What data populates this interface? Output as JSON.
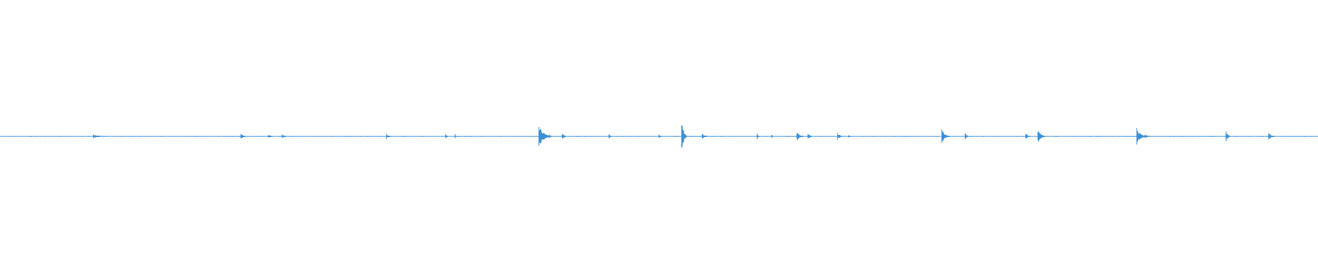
{
  "waveform": {
    "color": "#3a8fd8",
    "baseline_amplitude": 0.012,
    "peaks": [
      {
        "pos": 0.0706,
        "amp": 0.08,
        "n": 3
      },
      {
        "pos": 0.0745,
        "amp": 0.05,
        "n": 2
      },
      {
        "pos": 0.1827,
        "amp": 0.13,
        "n": 2
      },
      {
        "pos": 0.2035,
        "amp": 0.05,
        "n": 3
      },
      {
        "pos": 0.214,
        "amp": 0.06,
        "n": 3
      },
      {
        "pos": 0.2931,
        "amp": 0.1,
        "n": 2
      },
      {
        "pos": 0.338,
        "amp": 0.12,
        "n": 1
      },
      {
        "pos": 0.3455,
        "amp": 0.08,
        "n": 1
      },
      {
        "pos": 0.409,
        "amp": 0.38,
        "n": 4
      },
      {
        "pos": 0.4165,
        "amp": 0.06,
        "n": 2
      },
      {
        "pos": 0.4265,
        "amp": 0.11,
        "n": 2
      },
      {
        "pos": 0.462,
        "amp": 0.07,
        "n": 2
      },
      {
        "pos": 0.5,
        "amp": 0.05,
        "n": 2
      },
      {
        "pos": 0.517,
        "amp": 0.48,
        "n": 2
      },
      {
        "pos": 0.533,
        "amp": 0.09,
        "n": 3
      },
      {
        "pos": 0.5745,
        "amp": 0.12,
        "n": 1
      },
      {
        "pos": 0.5855,
        "amp": 0.07,
        "n": 1
      },
      {
        "pos": 0.6045,
        "amp": 0.16,
        "n": 3
      },
      {
        "pos": 0.613,
        "amp": 0.11,
        "n": 2
      },
      {
        "pos": 0.6355,
        "amp": 0.14,
        "n": 2
      },
      {
        "pos": 0.644,
        "amp": 0.06,
        "n": 2
      },
      {
        "pos": 0.7145,
        "amp": 0.22,
        "n": 3
      },
      {
        "pos": 0.7325,
        "amp": 0.1,
        "n": 2
      },
      {
        "pos": 0.778,
        "amp": 0.13,
        "n": 2
      },
      {
        "pos": 0.7875,
        "amp": 0.22,
        "n": 3
      },
      {
        "pos": 0.8625,
        "amp": 0.31,
        "n": 3
      },
      {
        "pos": 0.869,
        "amp": 0.07,
        "n": 3
      },
      {
        "pos": 0.93,
        "amp": 0.16,
        "n": 2
      },
      {
        "pos": 0.9625,
        "amp": 0.12,
        "n": 3
      }
    ]
  }
}
